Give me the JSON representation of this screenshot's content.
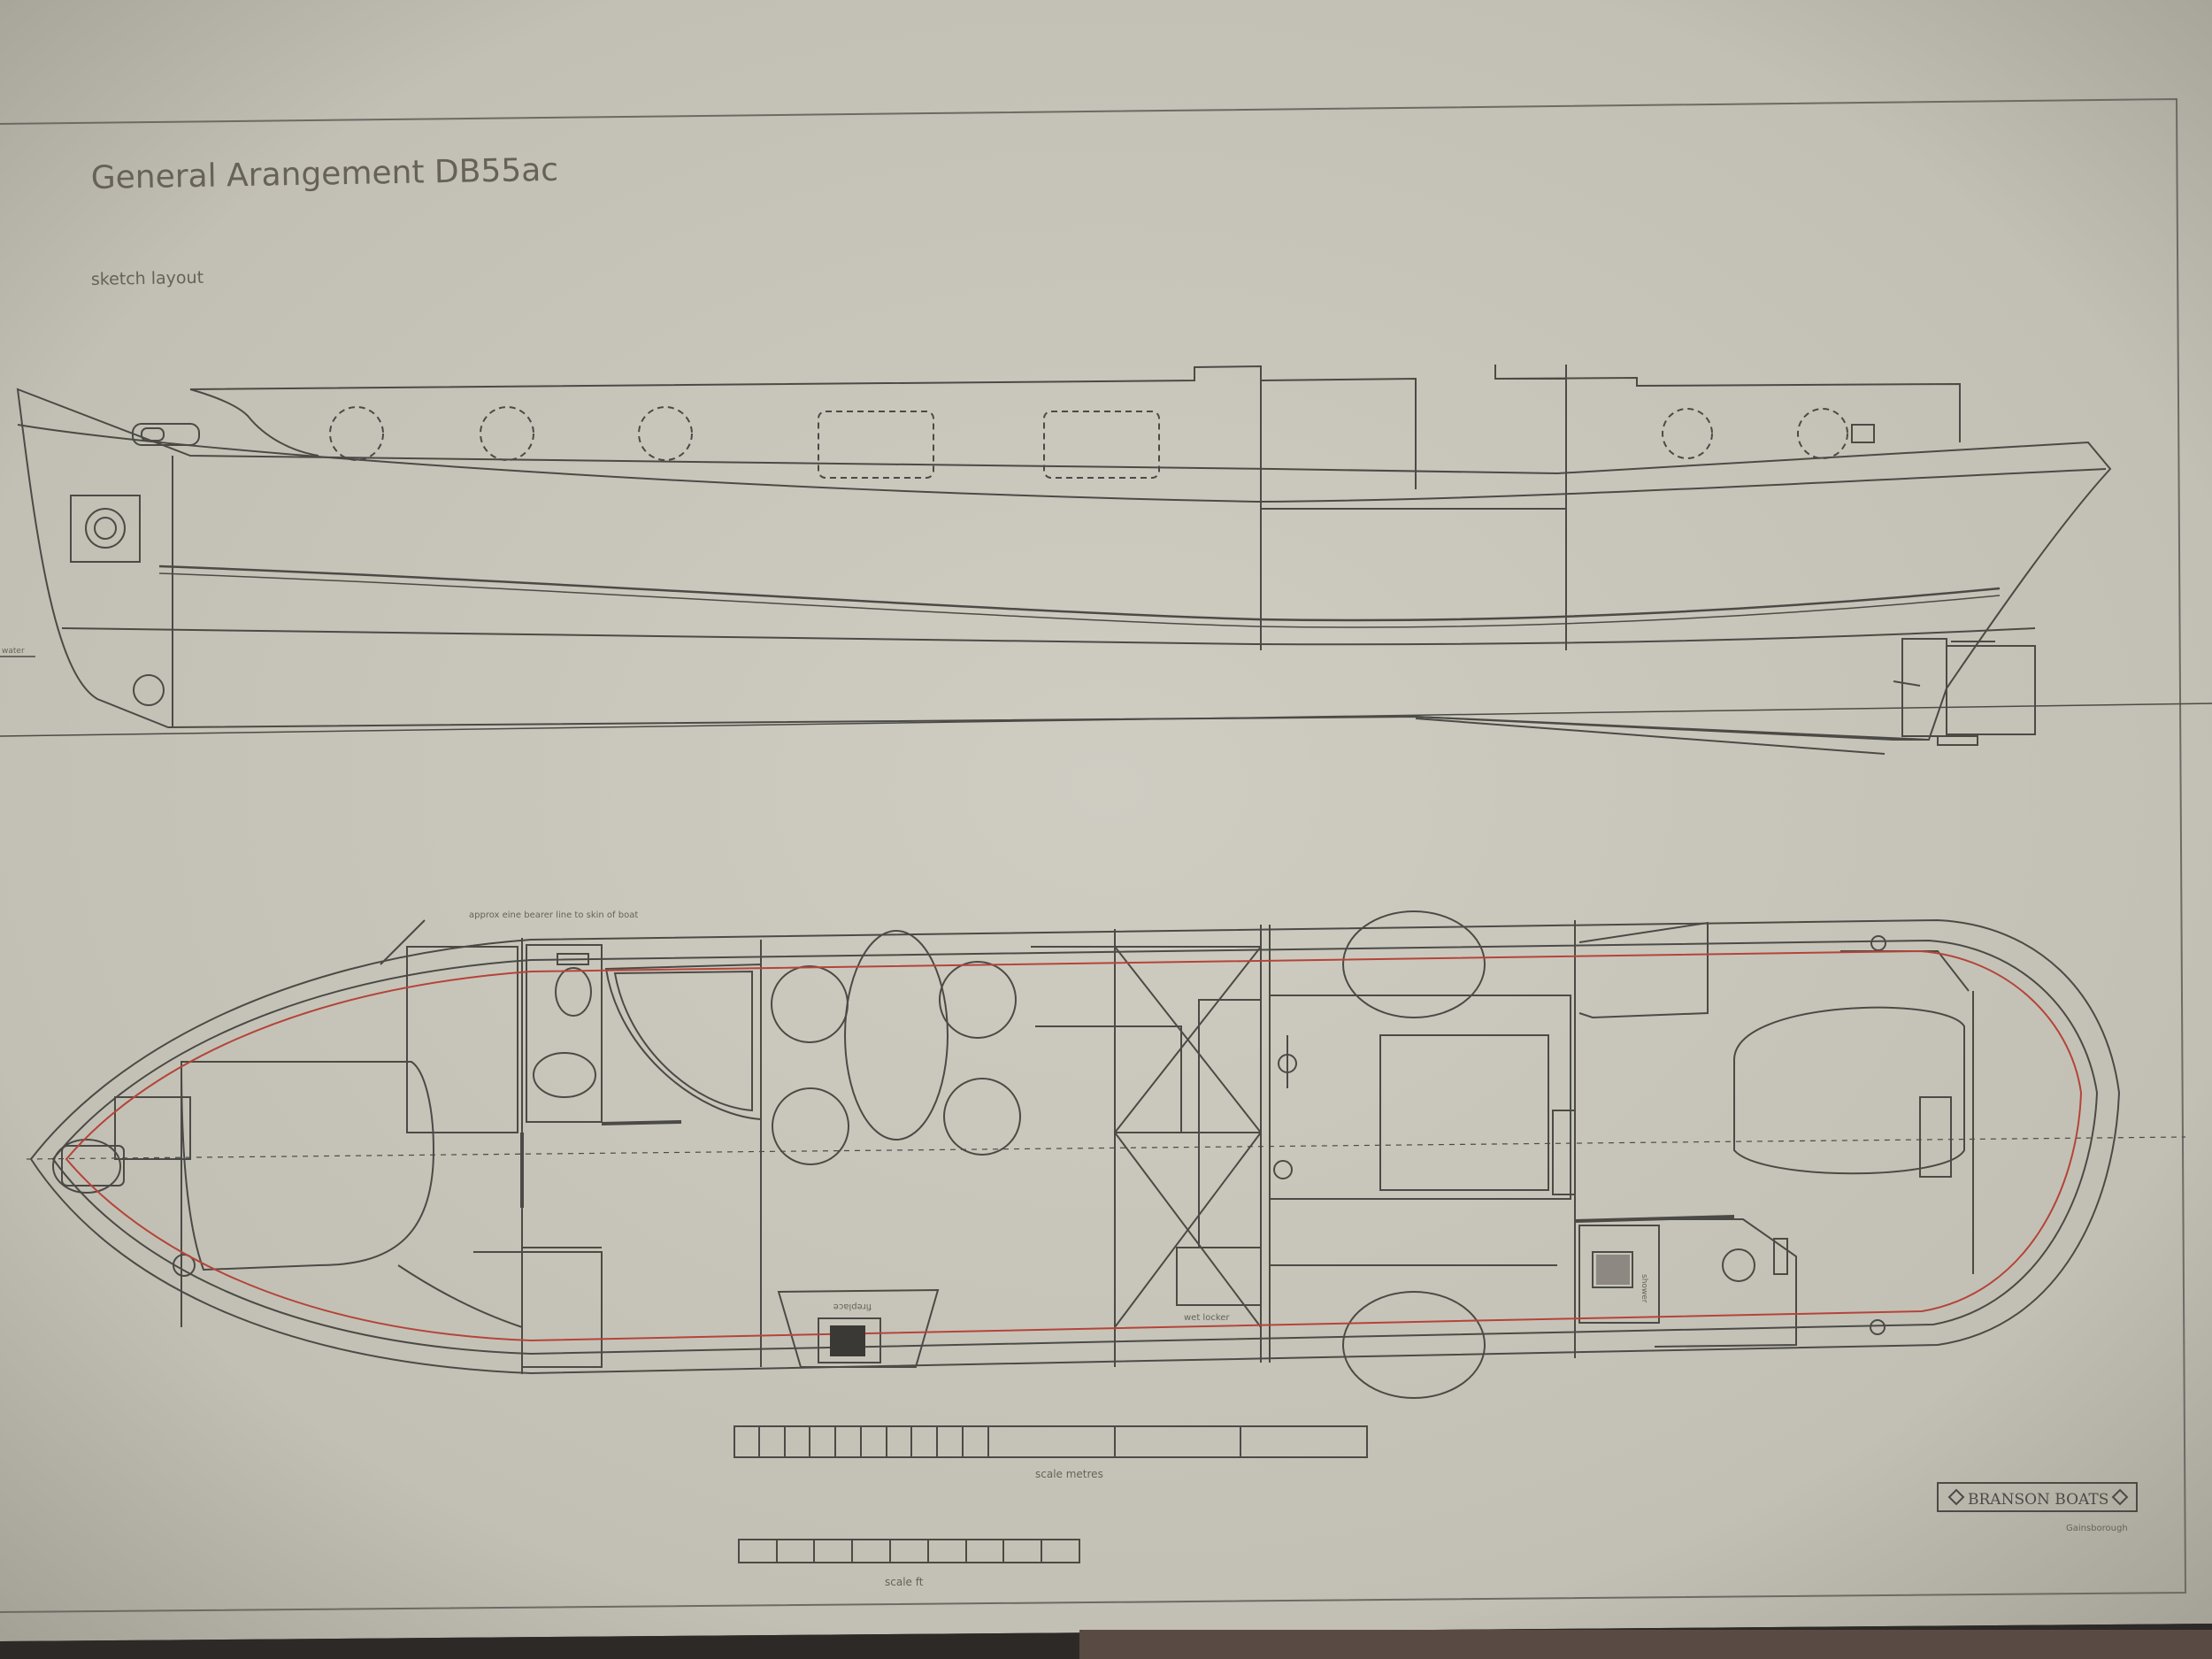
{
  "drawing": {
    "title": "General Arangement DB55ac",
    "subtitle": "sketch layout",
    "annotation_bearer": "approx eine bearer line to skin of boat",
    "label_fireplace": "fireplace",
    "label_wet_locker": "wet locker",
    "label_shower": "shower",
    "label_waterline": "water",
    "scale_metres_label": "scale metres",
    "scale_feet_label": "scale ft",
    "brand": "BRANSON BOATS",
    "brand_sub": "Gainsborough"
  },
  "colors": {
    "paper": "#c9c7bb",
    "ink": "#4b4a46",
    "red_line": "#b5443a"
  }
}
